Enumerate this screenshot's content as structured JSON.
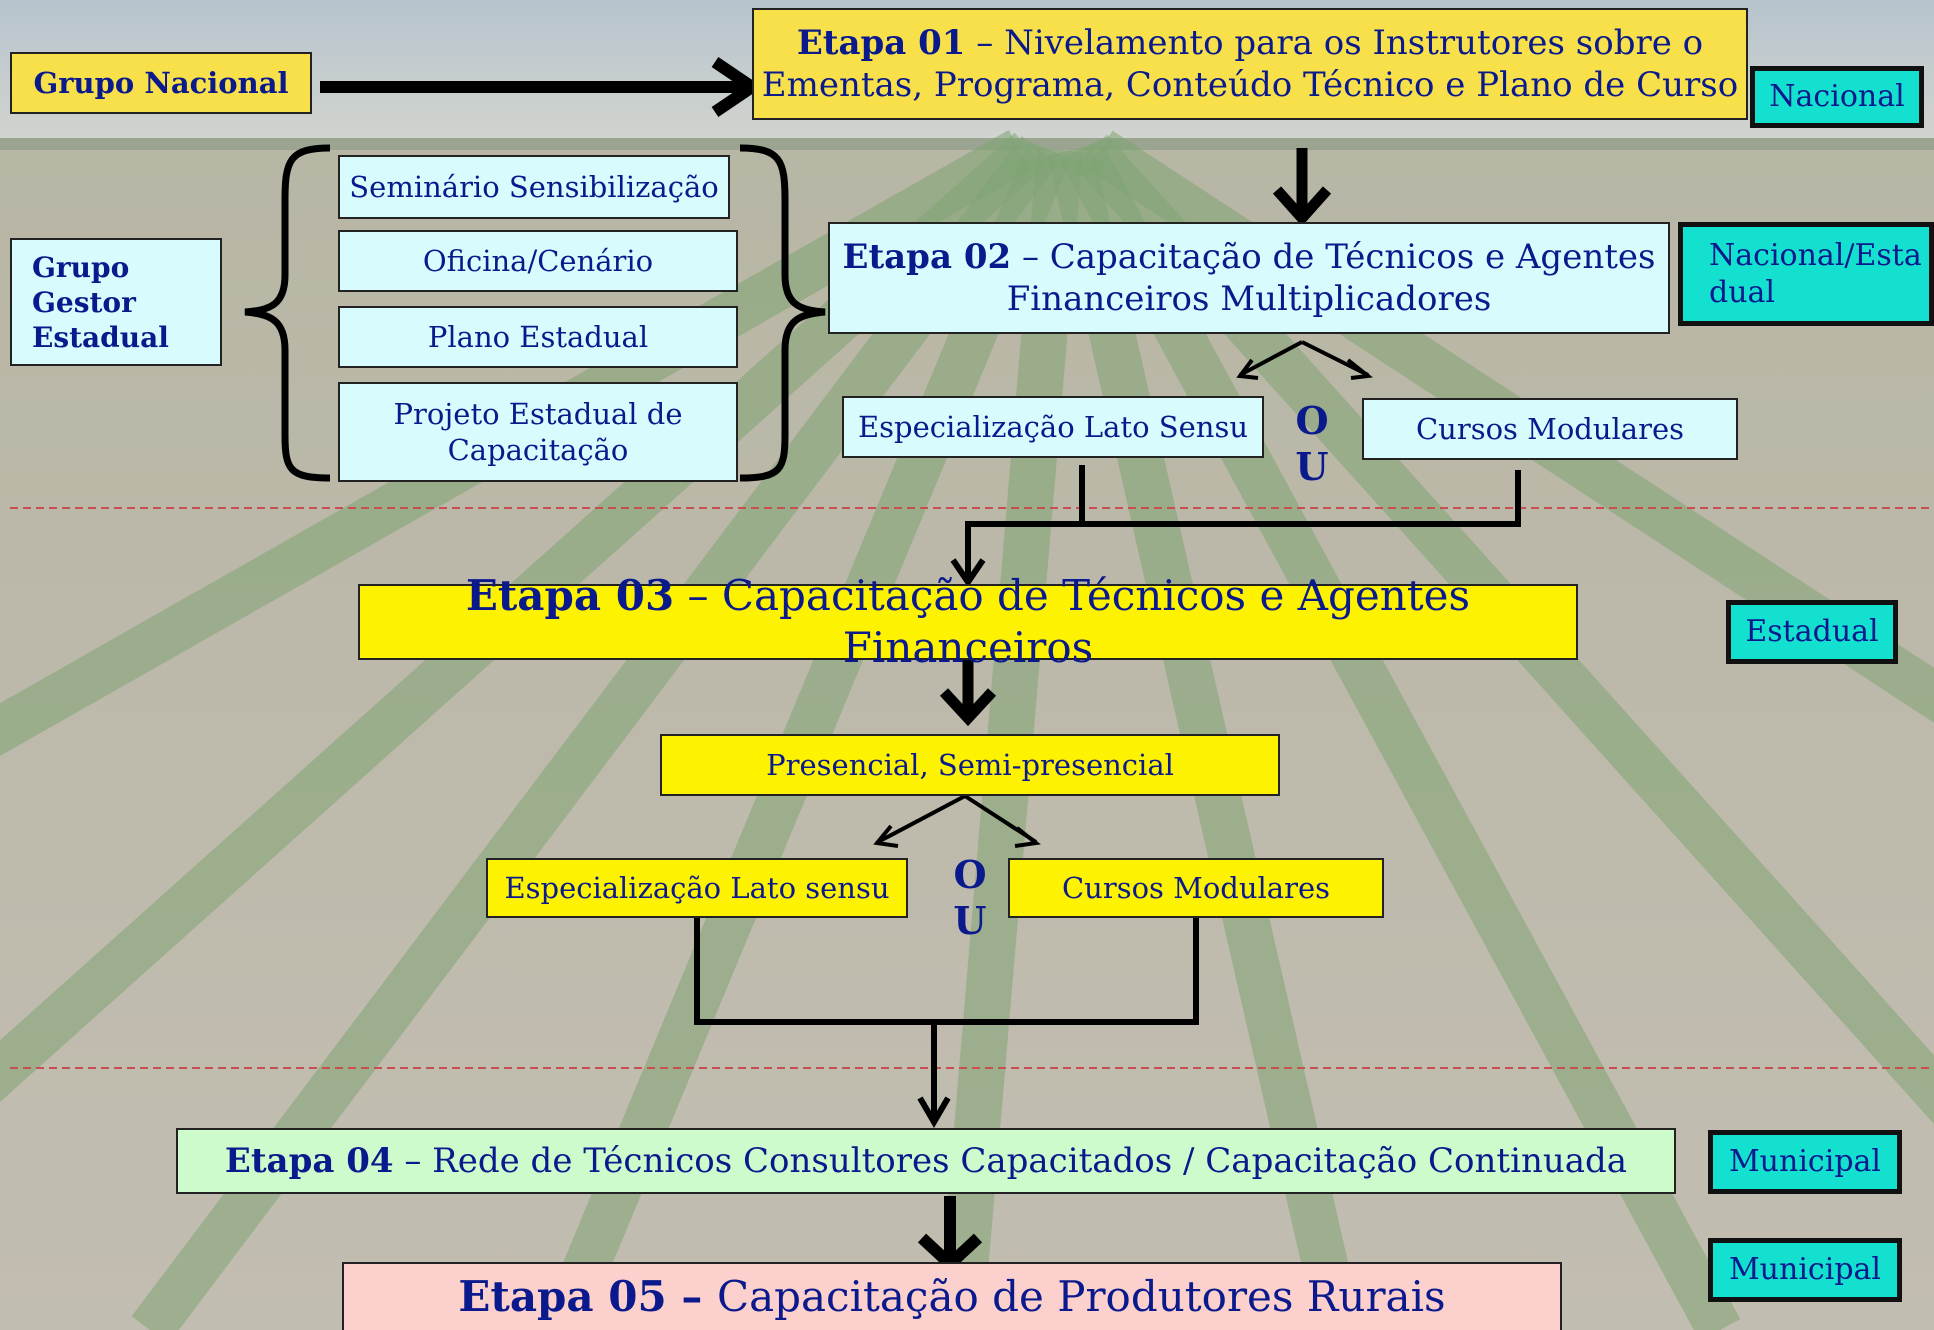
{
  "colors": {
    "text": "#0a1a8c",
    "yellow": "#fdf200",
    "gold": "#f7e04a",
    "cyan": "#d8fbfd",
    "teal": "#14e0cf",
    "mint": "#cdfbcc",
    "pink": "#fcd0cc"
  },
  "grupo_nacional": "Grupo Nacional",
  "grupo_gestor": [
    "Grupo",
    "Gestor",
    "Estadual"
  ],
  "etapa01": {
    "label": "Etapa 01",
    "line1": " – Nivelamento para os Instrutores sobre o",
    "line2": "Ementas, Programa, Conteúdo Técnico e Plano de Curso",
    "scope": "Nacional"
  },
  "gestor_items": [
    "Seminário Sensibilização",
    "Oficina/Cenário",
    "Plano Estadual",
    "Projeto Estadual de",
    "Capacitação"
  ],
  "etapa02": {
    "label": "Etapa 02",
    "line1": " – Capacitação de Técnicos e Agentes",
    "line2": "Financeiros Multiplicadores",
    "scope_line1": "Nacional/Esta",
    "scope_line2": "dual"
  },
  "etapa02_options": {
    "left": "Especialização Lato Sensu",
    "or_top": "O",
    "or_bottom": "U",
    "right": "Cursos Modulares"
  },
  "etapa03": {
    "label": "Etapa 03",
    "text": " – Capacitação de Técnicos e Agentes Financeiros",
    "scope": "Estadual"
  },
  "etapa03_mode": "Presencial, Semi-presencial",
  "etapa03_options": {
    "left": "Especialização Lato sensu",
    "or_top": "O",
    "or_bottom": "U",
    "right": "Cursos Modulares"
  },
  "etapa04": {
    "label": "Etapa 04",
    "text": " – Rede de Técnicos Consultores Capacitados / Capacitação Continuada",
    "scope": "Municipal"
  },
  "etapa05": {
    "label": "Etapa 05",
    "dash": " – ",
    "text": "Capacitação de Produtores Rurais",
    "scope": "Municipal"
  }
}
